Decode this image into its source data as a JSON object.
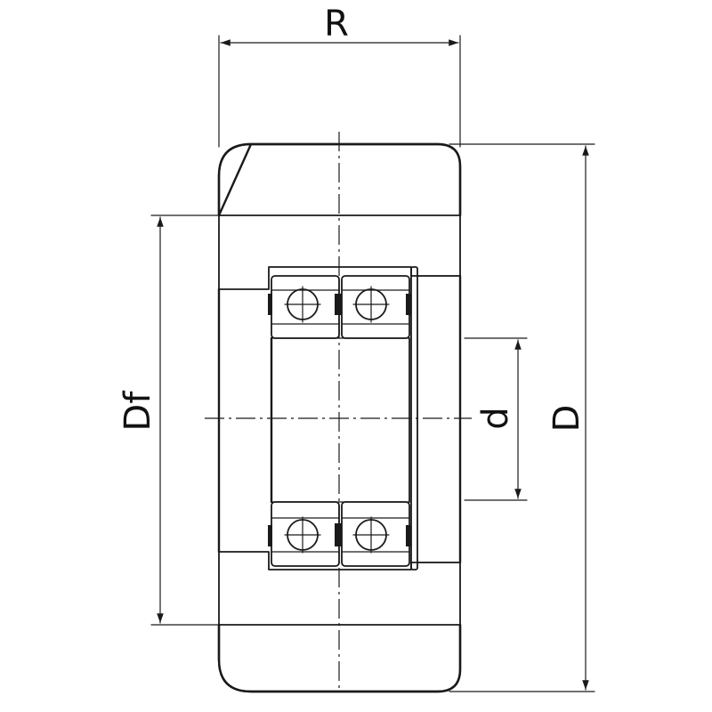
{
  "dimensions": {
    "R": "R",
    "D": "D",
    "d": "d",
    "Df": "Df"
  }
}
